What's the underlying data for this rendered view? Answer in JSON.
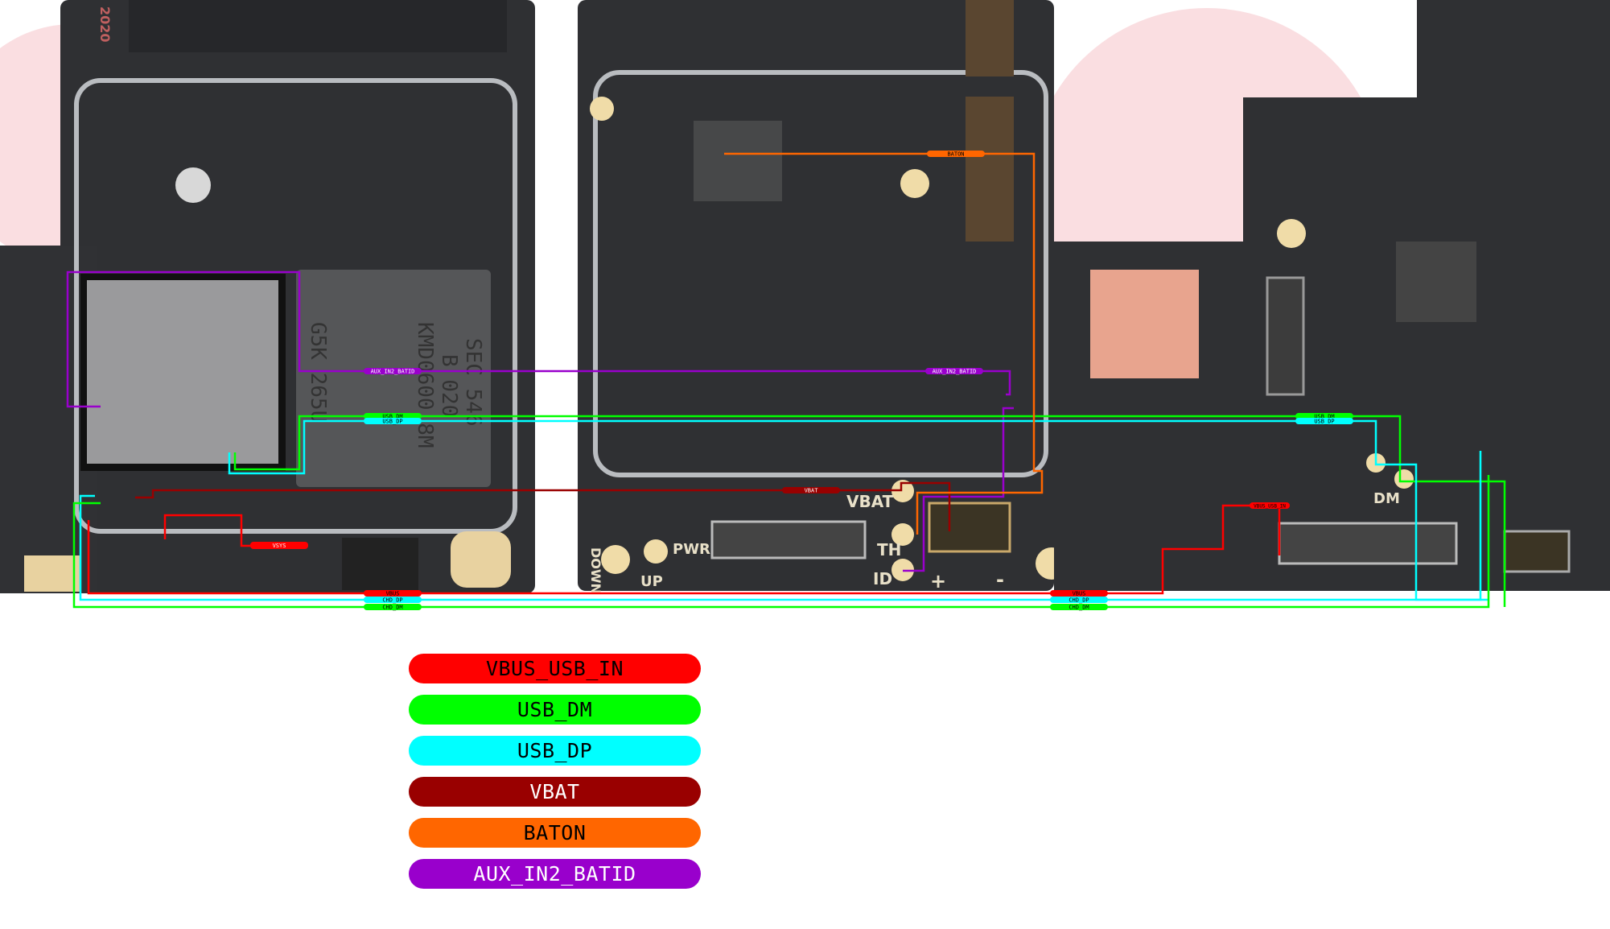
{
  "legend": [
    {
      "label": "VBUS_USB_IN",
      "color": "#ff0000",
      "text_color": "#000000"
    },
    {
      "label": "USB_DM",
      "color": "#00ff00",
      "text_color": "#000000"
    },
    {
      "label": "USB_DP",
      "color": "#00ffff",
      "text_color": "#000000"
    },
    {
      "label": "VBAT",
      "color": "#990000",
      "text_color": "#ffffff"
    },
    {
      "label": "BATON",
      "color": "#ff6600",
      "text_color": "#000000"
    },
    {
      "label": "AUX_IN2_BATID",
      "color": "#9900cc",
      "text_color": "#ffffff"
    }
  ],
  "trace_labels": {
    "aux_left": "AUX_IN2_BATID",
    "aux_mid": "AUX_IN2_BATID",
    "usb_dm_left": "USB_DM",
    "usb_dp_left": "USB_DP",
    "usb_dm_right": "USB_DM",
    "usb_dp_right": "USB_DP",
    "vsys": "VSYS",
    "vbus_left": "VBUS",
    "chd_dp_left": "CHD_DP",
    "chd_dm_left": "CHD_DM",
    "vbus_right": "VBUS",
    "chd_dp_right": "CHD_DP",
    "chd_dm_right": "CHD_DM",
    "vbat": "VBAT",
    "baton": "BATON",
    "vbus_usb_in": "VBUS_USB_IN"
  },
  "silkscreen": {
    "vbat": "VBAT",
    "th": "TH",
    "id": "ID",
    "pwr": "PWR",
    "up": "UP",
    "down": "DOWN",
    "dm": "DM",
    "plus": "+",
    "minus": "-",
    "chip_line1": "SEC 546",
    "chip_line2": "B 020",
    "chip_line3": "KMD0600 8M",
    "chip_line4": "G5K 265U",
    "year": "2020"
  }
}
